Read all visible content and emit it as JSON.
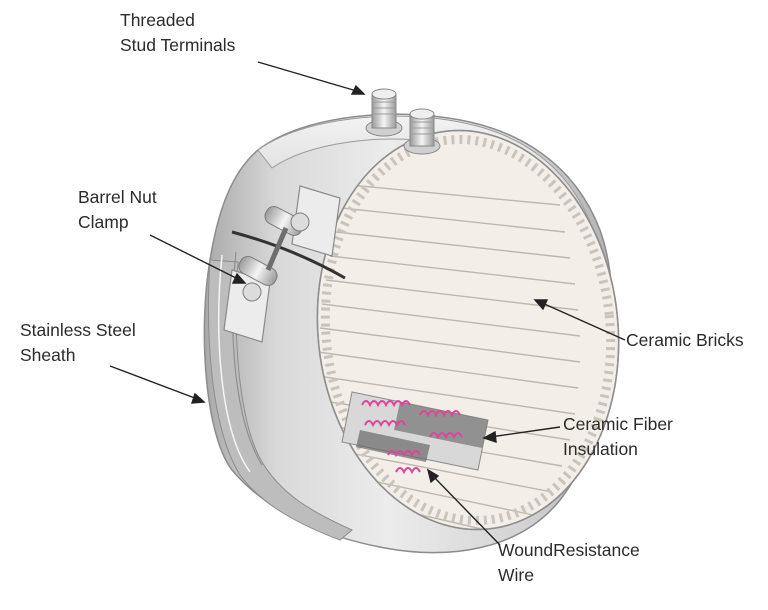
{
  "labels": {
    "terminals": {
      "line1": "Threaded",
      "line2": "Stud Terminals"
    },
    "clamp": {
      "line1": "Barrel Nut",
      "line2": "Clamp"
    },
    "sheath": {
      "line1": "Stainless Steel",
      "line2": "Sheath"
    },
    "bricks": {
      "line1": "Ceramic Bricks"
    },
    "fiber": {
      "line1": "Ceramic Fiber",
      "line2": "Insulation"
    },
    "wire": {
      "line1": "WoundResistance",
      "line2": "Wire"
    }
  },
  "colors": {
    "steel_light": "#e4e4e4",
    "steel_mid": "#c8c8c8",
    "steel_dark": "#9a9a9a",
    "brick": "#f1ede6",
    "brick_line": "#b9b4ad",
    "coil": "#d9479a",
    "fiber_dark": "#6d6d6d",
    "leader": "#222222"
  }
}
